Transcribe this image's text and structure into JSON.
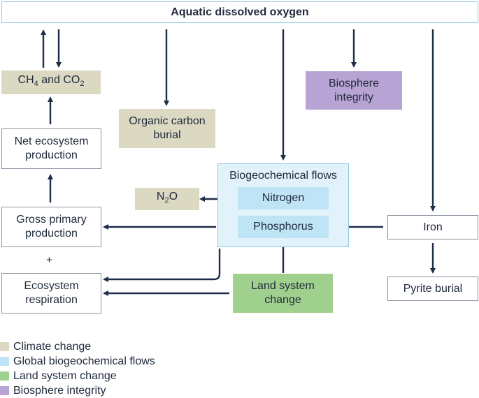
{
  "title": "Aquatic dissolved oxygen",
  "nodes": {
    "ch4_co2": {
      "text_a": "CH",
      "sub_a": "4",
      "text_b": " and CO",
      "sub_b": "2"
    },
    "net_ecosystem": "Net ecosystem production",
    "gross_primary": "Gross primary production",
    "plus": "+",
    "ecosystem_respiration": "Ecosystem respiration",
    "organic_carbon": "Organic carbon burial",
    "biosphere": "Biosphere integrity",
    "biogeo_panel_label": "Biogeochemical flows",
    "nitrogen": "Nitrogen",
    "phosphorus": "Phosphorus",
    "n2o": {
      "text": "N",
      "sub": "2",
      "text_b": "O"
    },
    "iron": "Iron",
    "pyrite": "Pyrite burial",
    "land_system": "Land system change"
  },
  "legend": [
    {
      "label": "Climate change",
      "color": "#dcd9c3"
    },
    {
      "label": "Global biogeochemical flows",
      "color": "#bfe4f5"
    },
    {
      "label": "Land system change",
      "color": "#9fd08d"
    },
    {
      "label": "Biosphere integrity",
      "color": "#b7a3d4"
    }
  ],
  "colors": {
    "arrow": "#1f2d4a",
    "panel_border": "#8fcbe5"
  }
}
